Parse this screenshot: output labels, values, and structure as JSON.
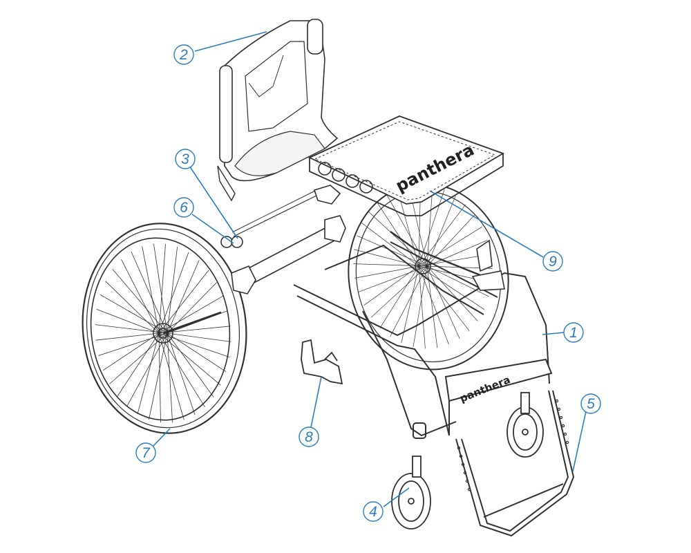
{
  "diagram": {
    "brand_text": "panthera",
    "colors": {
      "callout": "#2a7bbf",
      "line": "#2f2f2f",
      "light": "#9a9a9a"
    },
    "callouts": [
      {
        "id": "1",
        "label": "1"
      },
      {
        "id": "2",
        "label": "2"
      },
      {
        "id": "3",
        "label": "3"
      },
      {
        "id": "4",
        "label": "4"
      },
      {
        "id": "5",
        "label": "5"
      },
      {
        "id": "6",
        "label": "6"
      },
      {
        "id": "7",
        "label": "7"
      },
      {
        "id": "8",
        "label": "8"
      },
      {
        "id": "9",
        "label": "9"
      }
    ]
  }
}
